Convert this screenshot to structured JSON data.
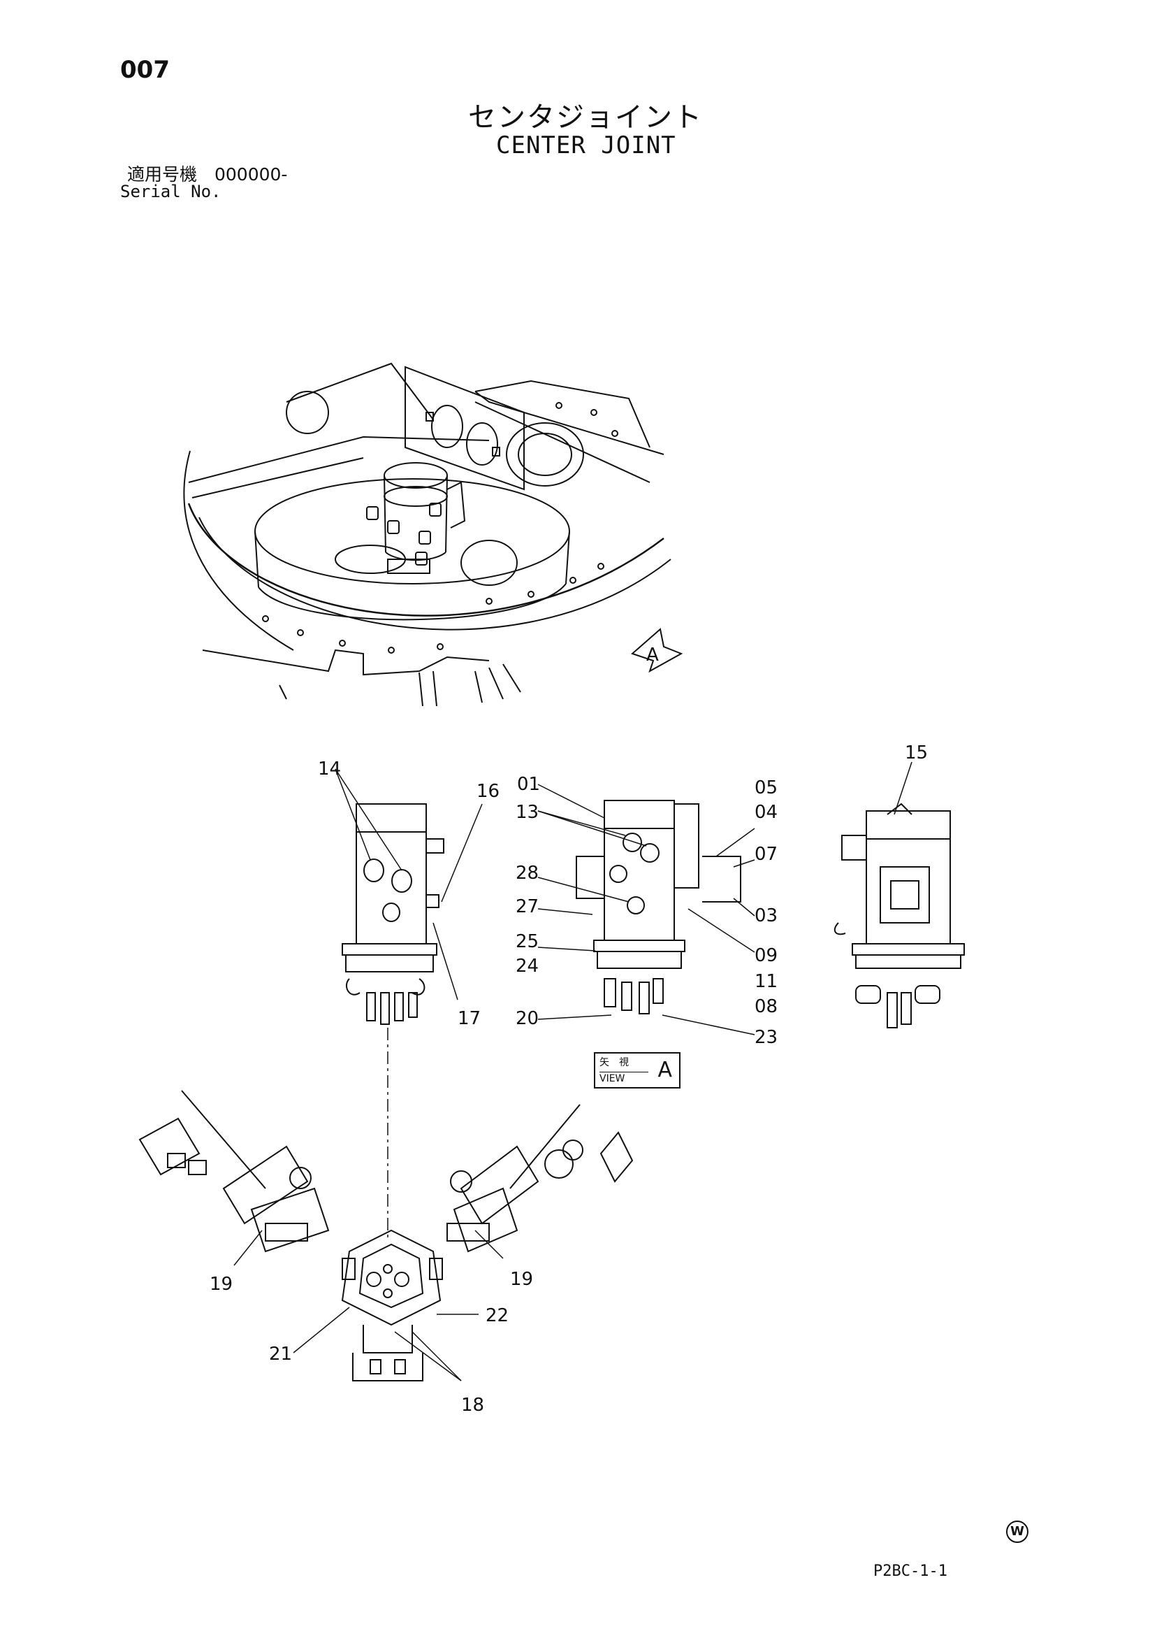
{
  "header": {
    "page_number": "007",
    "title_jp": "センタジョイント",
    "title_en": "CENTER JOINT",
    "serial_label_jp": "適用号機　000000-",
    "serial_label_en": "Serial No."
  },
  "view": {
    "label_jp": "矢　視",
    "label_en": "VIEW",
    "letter": "A",
    "arrow_letter": "A"
  },
  "callouts": [
    "14",
    "16",
    "01",
    "05",
    "04",
    "13",
    "07",
    "28",
    "27",
    "03",
    "25",
    "24",
    "09",
    "11",
    "08",
    "20",
    "23",
    "17",
    "15",
    "19",
    "19",
    "22",
    "21",
    "18"
  ],
  "footer": {
    "code": "P2BC-1-1",
    "mark": "W"
  }
}
